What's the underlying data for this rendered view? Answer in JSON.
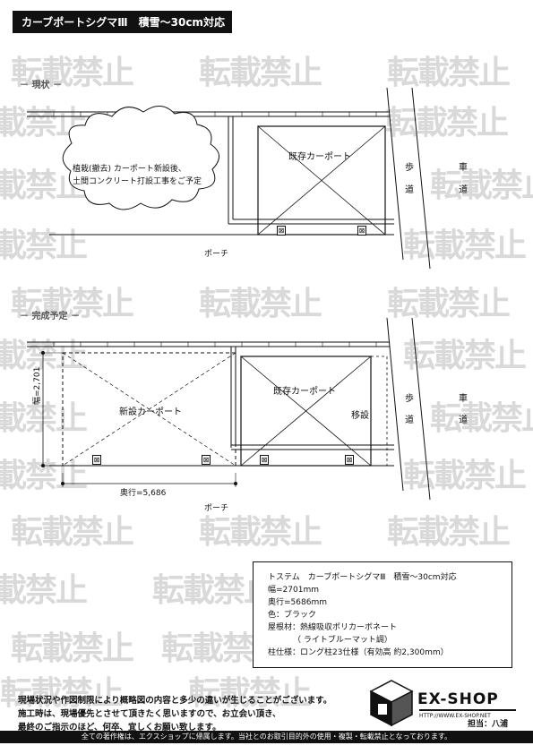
{
  "header": {
    "title": "カーブポートシグマⅢ　積雪～30cm対応"
  },
  "watermark": {
    "text": "転載禁止"
  },
  "current": {
    "label": "－ 現状 －",
    "existing_carport": "既存カーポート",
    "cloud_note_line1": "植栽(撤去) カーポート新設後、",
    "cloud_note_line2": "土間コンクリート打設工事をご予定",
    "sidewalk_1": "歩",
    "sidewalk_2": "道",
    "road_1": "車",
    "road_2": "道",
    "porch": "ポーチ"
  },
  "planned": {
    "label": "－ 完成予定 －",
    "new_carport": "新設カーポート",
    "existing_carport": "既存カーポート",
    "relocate": "移設",
    "width_dim": "幅=2,701",
    "depth_dim": "奥行=5,686",
    "sidewalk_1": "歩",
    "sidewalk_2": "道",
    "road_1": "車",
    "road_2": "道",
    "porch": "ポーチ"
  },
  "spec": {
    "line1": "トステム　カーブポートシグマⅢ　積雪～30cm対応",
    "line2": "幅=2701mm",
    "line3": "奥行=5686mm",
    "line4": "色：ブラック",
    "line5": "屋根材：熱線吸収ポリカーボネート",
    "line6": "（ ライトブルーマット調）",
    "line7": "柱仕様：ロング柱23仕様（有効高 約2,300mm）"
  },
  "notes": {
    "line1": "現場状況や作図制限により概略図の内容と多少の違いが生じることがございます。",
    "line2": "施工時は、現場優先とさせて頂きたく思いますので、お立会い頂き、",
    "line3": "最終のご指示のほど、何卒、宜しくお願い致します。"
  },
  "logo": {
    "brand": "EX-SHOP",
    "url": "HTTP://WWW.EX-SHOP.NET"
  },
  "tanto": "担当：八浦",
  "footer": "全ての著作権は、エクスショップに帰属します。当社とのお取引目的外の使用・複製・転載禁止となっております。",
  "post_mark": "⊠"
}
